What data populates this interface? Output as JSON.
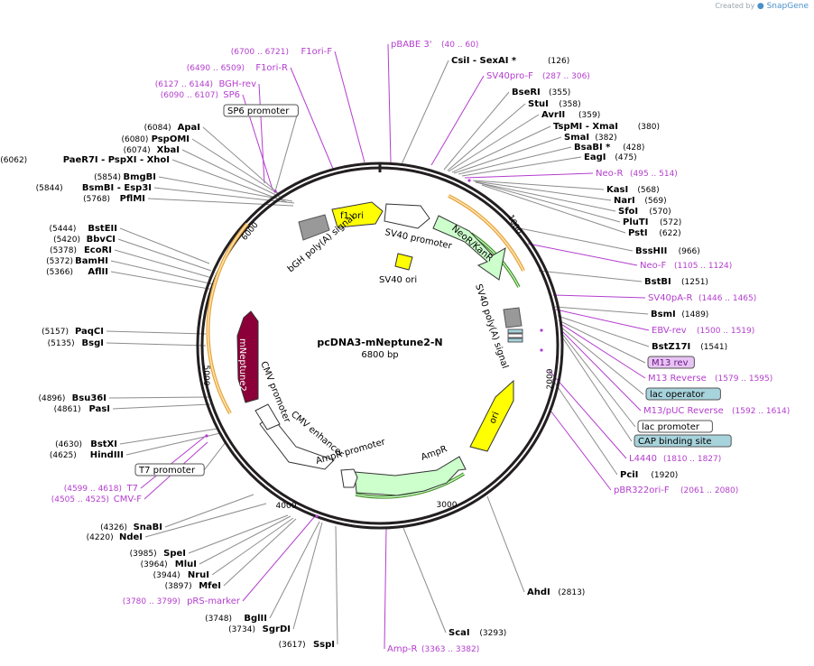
{
  "credit": {
    "prefix": "Created by",
    "brand": "SnapGene"
  },
  "plasmid": {
    "name": "pcDNA3-mNeptune2-N",
    "size": "6800 bp"
  },
  "ticks": [
    "1000",
    "2000",
    "3000",
    "4000",
    "5000",
    "6000"
  ],
  "colors": {
    "primer": "#b43dce",
    "backbone": "#231f20",
    "ori": "#ffff00",
    "resistance": "#ccffcc",
    "insert": "#8b0038",
    "promoter": "#ffffff",
    "polyA": "#999999",
    "lacOperator": "#a7d3dc"
  },
  "right_labels": [
    {
      "kind": "primer",
      "name": "pBABE 3'",
      "pos": "(40 .. 60)"
    },
    {
      "kind": "site",
      "name": "CsiI  - SexAI *",
      "pos": "(126)"
    },
    {
      "kind": "primer",
      "name": "SV40pro-F",
      "pos": "(287 .. 306)"
    },
    {
      "kind": "site",
      "name": "BseRI",
      "pos": "(355)"
    },
    {
      "kind": "site",
      "name": "StuI",
      "pos": "(358)"
    },
    {
      "kind": "site",
      "name": "AvrII",
      "pos": "(359)"
    },
    {
      "kind": "site",
      "name": "TspMI  - XmaI",
      "pos": "(380)"
    },
    {
      "kind": "site",
      "name": "SmaI",
      "pos": "(382)"
    },
    {
      "kind": "site",
      "name": "BsaBI *",
      "pos": "(428)"
    },
    {
      "kind": "site",
      "name": "EagI",
      "pos": "(475)"
    },
    {
      "kind": "primer",
      "name": "Neo-R",
      "pos": "(495 .. 514)"
    },
    {
      "kind": "site",
      "name": "KasI",
      "pos": "(568)"
    },
    {
      "kind": "site",
      "name": "NarI",
      "pos": "(569)"
    },
    {
      "kind": "site",
      "name": "SfoI",
      "pos": "(570)"
    },
    {
      "kind": "site",
      "name": "PluTI",
      "pos": "(572)"
    },
    {
      "kind": "site",
      "name": "PstI",
      "pos": "(622)"
    },
    {
      "kind": "site",
      "name": "BssHII",
      "pos": "(966)"
    },
    {
      "kind": "primer",
      "name": "Neo-F",
      "pos": "(1105 .. 1124)"
    },
    {
      "kind": "site",
      "name": "BstBI",
      "pos": "(1251)"
    },
    {
      "kind": "primer",
      "name": "SV40pA-R",
      "pos": "(1446 .. 1465)"
    },
    {
      "kind": "site",
      "name": "BsmI",
      "pos": "(1489)"
    },
    {
      "kind": "primer",
      "name": "EBV-rev",
      "pos": "(1500 .. 1519)"
    },
    {
      "kind": "site",
      "name": "BstZ17I",
      "pos": "(1541)"
    },
    {
      "kind": "primerbox",
      "name": "M13 rev",
      "pos": ""
    },
    {
      "kind": "primer",
      "name": "M13 Reverse",
      "pos": "(1579 .. 1595)"
    },
    {
      "kind": "featbox",
      "name": "lac operator",
      "pos": ""
    },
    {
      "kind": "primer",
      "name": "M13/pUC Reverse",
      "pos": "(1592 .. 1614)"
    },
    {
      "kind": "whitebox",
      "name": "lac promoter",
      "pos": ""
    },
    {
      "kind": "featbox",
      "name": "CAP binding site",
      "pos": ""
    },
    {
      "kind": "primer",
      "name": "L4440",
      "pos": "(1810 .. 1827)"
    },
    {
      "kind": "site",
      "name": "PciI",
      "pos": "(1920)"
    },
    {
      "kind": "primer",
      "name": "pBR322ori-F",
      "pos": "(2061 .. 2080)"
    },
    {
      "kind": "site",
      "name": "AhdI",
      "pos": "(2813)"
    },
    {
      "kind": "site",
      "name": "ScaI",
      "pos": "(3293)"
    },
    {
      "kind": "primer",
      "name": "Amp-R",
      "pos": "(3363 .. 3382)"
    }
  ],
  "left_labels": [
    {
      "kind": "primer",
      "name": "F1ori-F",
      "pos": "(6700 .. 6721)"
    },
    {
      "kind": "primer",
      "name": "F1ori-R",
      "pos": "(6490 .. 6509)"
    },
    {
      "kind": "primer",
      "name": "BGH-rev",
      "pos": "(6127 .. 6144)"
    },
    {
      "kind": "primer",
      "name": "SP6",
      "pos": "(6090 .. 6107)"
    },
    {
      "kind": "whitebox",
      "name": "SP6 promoter",
      "pos": ""
    },
    {
      "kind": "site",
      "name": "ApaI",
      "pos": "(6084)"
    },
    {
      "kind": "site",
      "name": "PspOMI",
      "pos": "(6080)"
    },
    {
      "kind": "site",
      "name": "XbaI",
      "pos": "(6074)"
    },
    {
      "kind": "site",
      "name": "PaeR7I  - PspXI  - XhoI",
      "pos": "(6062)"
    },
    {
      "kind": "site",
      "name": "BmgBI",
      "pos": "(5854)"
    },
    {
      "kind": "site",
      "name": "BsmBI  - Esp3I",
      "pos": "(5844)"
    },
    {
      "kind": "site",
      "name": "PflMI",
      "pos": "(5768)"
    },
    {
      "kind": "site",
      "name": "BstEII",
      "pos": "(5444)"
    },
    {
      "kind": "site",
      "name": "BbvCI",
      "pos": "(5420)"
    },
    {
      "kind": "site",
      "name": "EcoRI",
      "pos": "(5378)"
    },
    {
      "kind": "site",
      "name": "BamHI",
      "pos": "(5372)"
    },
    {
      "kind": "site",
      "name": "AflII",
      "pos": "(5366)"
    },
    {
      "kind": "site",
      "name": "PaqCI",
      "pos": "(5157)"
    },
    {
      "kind": "site",
      "name": "BsgI",
      "pos": "(5135)"
    },
    {
      "kind": "site",
      "name": "Bsu36I",
      "pos": "(4896)"
    },
    {
      "kind": "site",
      "name": "PasI",
      "pos": "(4861)"
    },
    {
      "kind": "site",
      "name": "BstXI",
      "pos": "(4630)"
    },
    {
      "kind": "site",
      "name": "HindIII",
      "pos": "(4625)"
    },
    {
      "kind": "whitebox",
      "name": "T7 promoter",
      "pos": ""
    },
    {
      "kind": "primer",
      "name": "T7",
      "pos": "(4599 .. 4618)"
    },
    {
      "kind": "primer",
      "name": "CMV-F",
      "pos": "(4505 .. 4525)"
    },
    {
      "kind": "site",
      "name": "SnaBI",
      "pos": "(4326)"
    },
    {
      "kind": "site",
      "name": "NdeI",
      "pos": "(4220)"
    },
    {
      "kind": "site",
      "name": "SpeI",
      "pos": "(3985)"
    },
    {
      "kind": "site",
      "name": "MluI",
      "pos": "(3964)"
    },
    {
      "kind": "site",
      "name": "NruI",
      "pos": "(3944)"
    },
    {
      "kind": "site",
      "name": "MfeI",
      "pos": "(3897)"
    },
    {
      "kind": "primer",
      "name": "pRS-marker",
      "pos": "(3780 .. 3799)"
    },
    {
      "kind": "site",
      "name": "BglII",
      "pos": "(3748)"
    },
    {
      "kind": "site",
      "name": "SgrDI",
      "pos": "(3734)"
    },
    {
      "kind": "site",
      "name": "SspI",
      "pos": "(3617)"
    }
  ],
  "features": [
    {
      "name": "f1 ori",
      "color": "#ffff00"
    },
    {
      "name": "SV40 promoter",
      "color": "#ffffff"
    },
    {
      "name": "NeoR/KanR",
      "color": "#ccffcc"
    },
    {
      "name": "SV40 ori",
      "color": "#ffff00"
    },
    {
      "name": "SV40 poly(A) signal",
      "color": "#999999"
    },
    {
      "name": "bGH poly(A) signal",
      "color": "#999999"
    },
    {
      "name": "ori",
      "color": "#ffff00"
    },
    {
      "name": "AmpR",
      "color": "#ccffcc"
    },
    {
      "name": "AmpR promoter",
      "color": "#ffffff"
    },
    {
      "name": "CMV enhancer",
      "color": "#ffffff"
    },
    {
      "name": "CMV promoter",
      "color": "#ffffff"
    },
    {
      "name": "mNeptune2",
      "color": "#8b0038"
    }
  ]
}
